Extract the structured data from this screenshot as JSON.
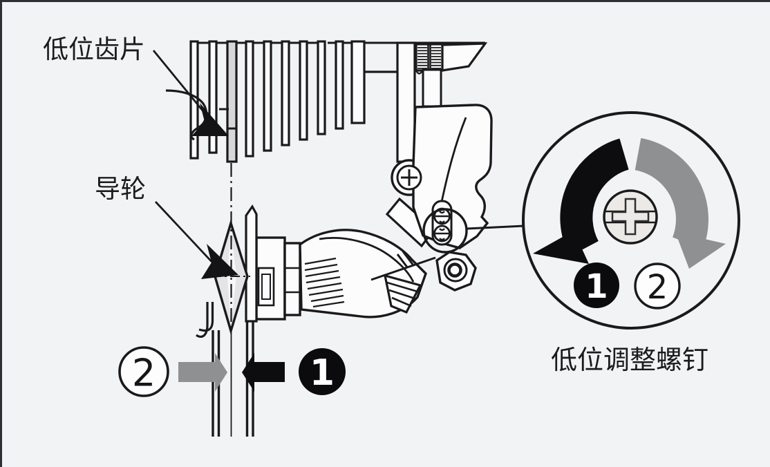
{
  "figure": {
    "type": "technical-illustration",
    "subject": "rear-derailleur-low-gear-adjustment",
    "labels": {
      "low_sprocket": "低位齿片",
      "guide_pulley": "导轮",
      "low_adjust_screw": "低位调整螺钉"
    },
    "steps": {
      "one": "1",
      "two": "2"
    },
    "detail": {
      "badge_one": "1",
      "badge_two": "2"
    },
    "colors": {
      "background": "#f2f3f5",
      "paper": "#fcfcfd",
      "ink": "#1a1a1c",
      "edge_border": "#2e2e33",
      "black_arrow": "#0d0d0f",
      "gray_arrow": "#8f9092",
      "highlight_fill": "#d7d7d9",
      "pulley_fill": "#e4e4e6",
      "pulley_stripe": "#f7f7f8",
      "screw_fill": "#eceae6",
      "badge_black": "#0b0b0d",
      "badge_white": "#fdfdfe"
    }
  }
}
